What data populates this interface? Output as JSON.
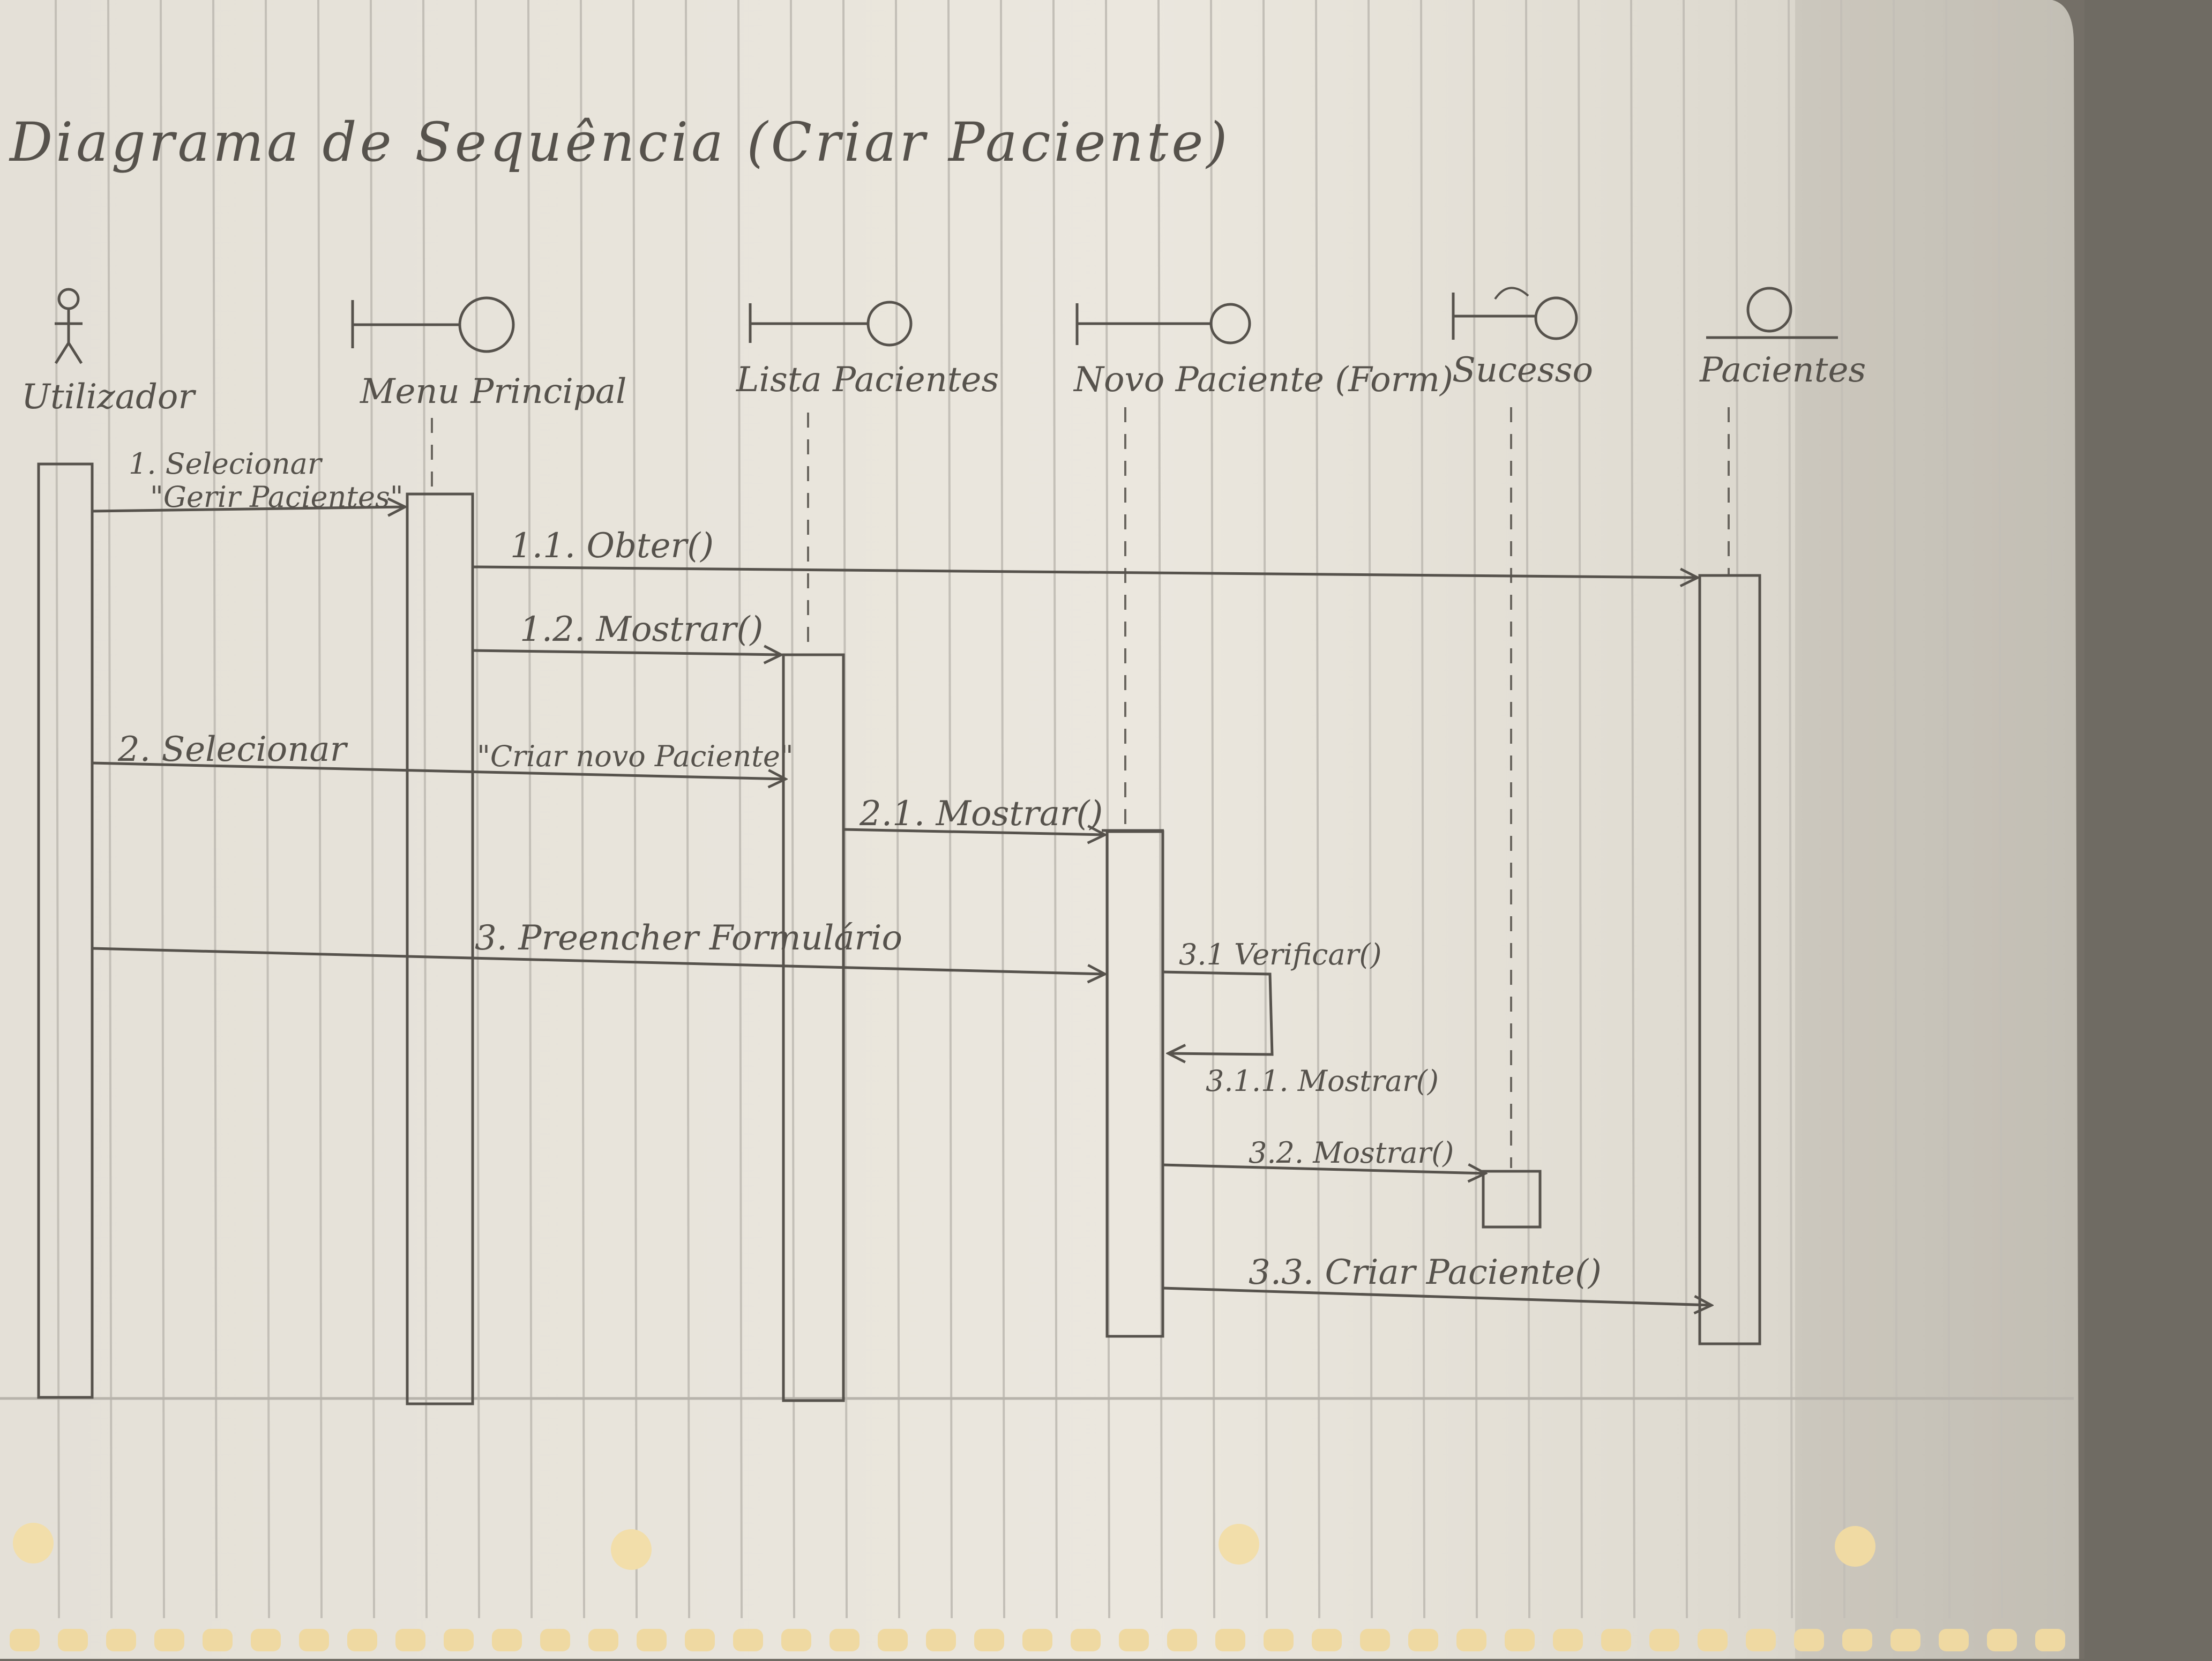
{
  "title": "Diagrama de Sequência (Criar Paciente)",
  "participants": [
    {
      "label": "Utilizador",
      "kind": "actor"
    },
    {
      "label": "Menu Principal",
      "kind": "boundary"
    },
    {
      "label": "Lista Pacientes",
      "kind": "boundary"
    },
    {
      "label": "Novo Paciente (Form)",
      "kind": "boundary"
    },
    {
      "label": "Sucesso",
      "kind": "boundary"
    },
    {
      "label": "Pacientes",
      "kind": "entity"
    }
  ],
  "messages": [
    {
      "label_line1": "1. Selecionar",
      "label_line2": "\"Gerir Pacientes\"",
      "from": "Utilizador",
      "to": "Menu Principal"
    },
    {
      "label": "1.1. Obter()",
      "from": "Menu Principal",
      "to": "Pacientes"
    },
    {
      "label": "1.2. Mostrar()",
      "from": "Menu Principal",
      "to": "Lista Pacientes"
    },
    {
      "label_part1": "2. Selecionar",
      "label_part2": "\"Criar novo Paciente\"",
      "from": "Utilizador",
      "to": "Lista Pacientes"
    },
    {
      "label": "2.1. Mostrar()",
      "from": "Lista Pacientes",
      "to": "Novo Paciente (Form)"
    },
    {
      "label": "3. Preencher Formulário",
      "from": "Utilizador",
      "to": "Novo Paciente (Form)"
    },
    {
      "label": "3.1 Verificar()",
      "from": "Novo Paciente (Form)",
      "to": "Novo Paciente (Form)"
    },
    {
      "label": "3.1.1. Mostrar()",
      "from": "Novo Paciente (Form)",
      "to": "Novo Paciente (Form)"
    },
    {
      "label": "3.2. Mostrar()",
      "from": "Novo Paciente (Form)",
      "to": "Sucesso"
    },
    {
      "label": "3.3. Criar Paciente()",
      "from": "Novo Paciente (Form)",
      "to": "Pacientes"
    }
  ],
  "colors": {
    "paper": "#e7e3da",
    "ink": "#56524c",
    "rule": "#bdbab3",
    "shadow": "#807c73"
  }
}
